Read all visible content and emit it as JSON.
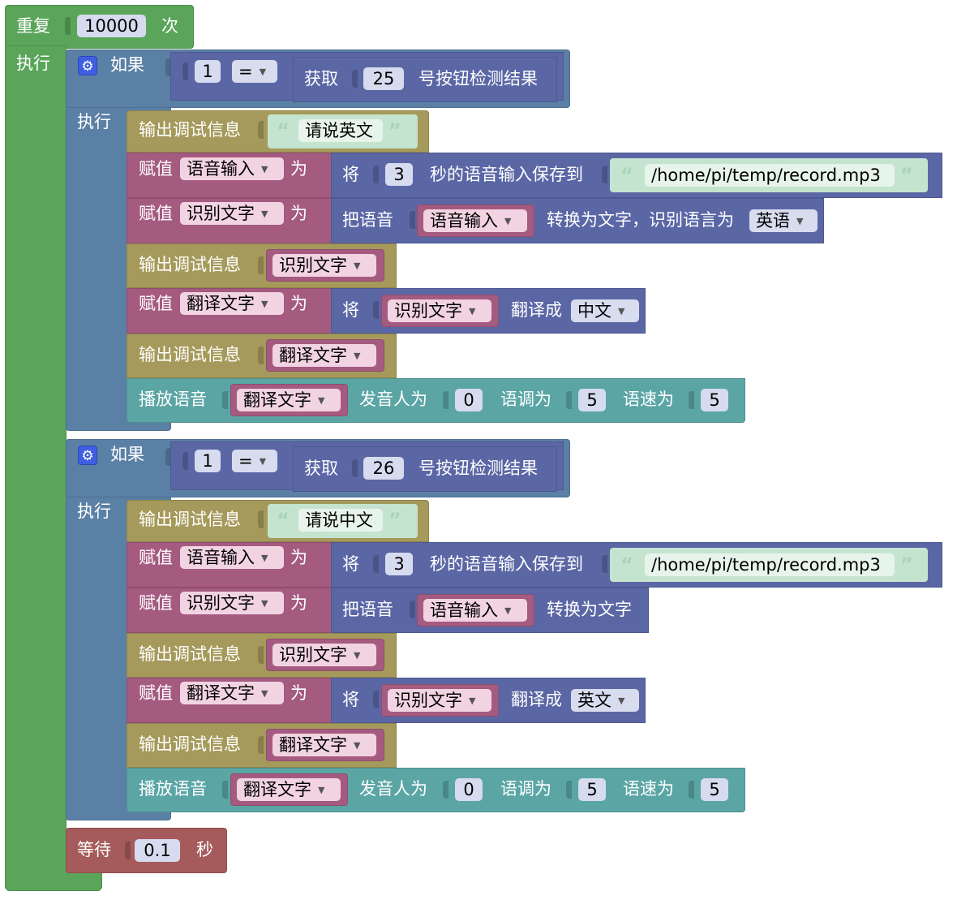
{
  "loop": {
    "repeat_label": "重复",
    "count": "10000",
    "times_label": "次",
    "do_label": "执行"
  },
  "if_blocks": [
    {
      "if_label": "如果",
      "do_label": "执行",
      "left_value": "1",
      "operator": "=",
      "get_label": "获取",
      "button_no": "25",
      "button_suffix": "号按钮检测结果",
      "debug1_label": "输出调试信息",
      "debug1_text": "请说英文",
      "assign1": {
        "label": "赋值",
        "var": "语音输入",
        "to": "为",
        "jiang": "将",
        "seconds": "3",
        "save_label": "秒的语音输入保存到",
        "path": "/home/pi/temp/record.mp3"
      },
      "assign2": {
        "label": "赋值",
        "var": "识别文字",
        "to": "为",
        "ba": "把语音",
        "src_var": "语音输入",
        "convert_label": "转换为文字，识别语言为",
        "lang": "英语"
      },
      "debug2": {
        "label": "输出调试信息",
        "var": "识别文字"
      },
      "assign3": {
        "label": "赋值",
        "var": "翻译文字",
        "to": "为",
        "jiang": "将",
        "src_var": "识别文字",
        "translate_label": "翻译成",
        "lang": "中文"
      },
      "debug3": {
        "label": "输出调试信息",
        "var": "翻译文字"
      },
      "play": {
        "label": "播放语音",
        "var": "翻译文字",
        "speaker_label": "发音人为",
        "speaker": "0",
        "tone_label": "语调为",
        "tone": "5",
        "speed_label": "语速为",
        "speed": "5"
      }
    },
    {
      "if_label": "如果",
      "do_label": "执行",
      "left_value": "1",
      "operator": "=",
      "get_label": "获取",
      "button_no": "26",
      "button_suffix": "号按钮检测结果",
      "debug1_label": "输出调试信息",
      "debug1_text": "请说中文",
      "assign1": {
        "label": "赋值",
        "var": "语音输入",
        "to": "为",
        "jiang": "将",
        "seconds": "3",
        "save_label": "秒的语音输入保存到",
        "path": "/home/pi/temp/record.mp3"
      },
      "assign2": {
        "label": "赋值",
        "var": "识别文字",
        "to": "为",
        "ba": "把语音",
        "src_var": "语音输入",
        "convert_label": "转换为文字"
      },
      "debug2": {
        "label": "输出调试信息",
        "var": "识别文字"
      },
      "assign3": {
        "label": "赋值",
        "var": "翻译文字",
        "to": "为",
        "jiang": "将",
        "src_var": "识别文字",
        "translate_label": "翻译成",
        "lang": "英文"
      },
      "debug3": {
        "label": "输出调试信息",
        "var": "翻译文字"
      },
      "play": {
        "label": "播放语音",
        "var": "翻译文字",
        "speaker_label": "发音人为",
        "speaker": "0",
        "tone_label": "语调为",
        "tone": "5",
        "speed_label": "语速为",
        "speed": "5"
      }
    }
  ],
  "wait": {
    "label": "等待",
    "value": "0.1",
    "unit": "秒"
  },
  "colors": {
    "loop": "#5ba55b",
    "if": "#5b80a5",
    "debug": "#a59a5b",
    "assign": "#a55b80",
    "voice": "#5b67a5",
    "tts": "#5ba5a5",
    "wait": "#a55b5b"
  }
}
